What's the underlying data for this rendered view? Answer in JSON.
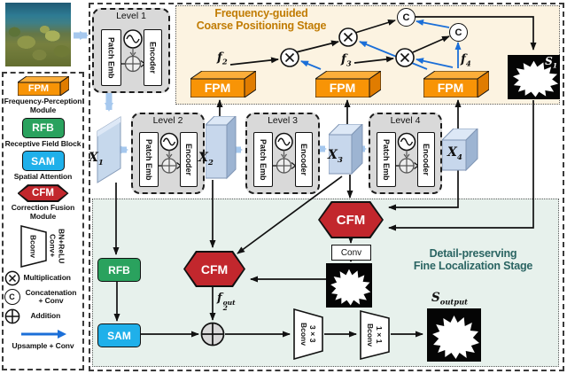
{
  "titles": {
    "coarse_line1": "Frequency-guided",
    "coarse_line2": "Coarse Positioning Stage",
    "fine_line1": "Detail-preserving",
    "fine_line2": "Fine Localization Stage"
  },
  "levels": [
    {
      "title": "Level 1",
      "patch": "Patch Emb",
      "encoder": "Encoder"
    },
    {
      "title": "Level 2",
      "patch": "Patch Emb",
      "encoder": "Encoder"
    },
    {
      "title": "Level 3",
      "patch": "Patch Emb",
      "encoder": "Encoder"
    },
    {
      "title": "Level 4",
      "patch": "Patch Emb",
      "encoder": "Encoder"
    }
  ],
  "features": {
    "x1": {
      "base": "X",
      "sub": "1"
    },
    "x2": {
      "base": "X",
      "sub": "2"
    },
    "x3": {
      "base": "X",
      "sub": "3"
    },
    "x4": {
      "base": "X",
      "sub": "4"
    },
    "f2": {
      "base": "f",
      "sub": "2"
    },
    "f3": {
      "base": "f",
      "sub": "3"
    },
    "f4": {
      "base": "f",
      "sub": "4"
    },
    "f2out": {
      "base": "f",
      "sub": "2",
      "sup": "out"
    },
    "s1": {
      "base": "S",
      "sub": "1"
    },
    "s_output": {
      "base": "S",
      "sub": "output"
    }
  },
  "modules": {
    "fpm": "FPM",
    "rfb": "RFB",
    "sam": "SAM",
    "cfm": "CFM",
    "conv": "Conv",
    "bconv3": {
      "label": "Bconv",
      "kernel": "3×3"
    },
    "bconv1": {
      "label": "Bconv",
      "kernel": "1×1"
    }
  },
  "nodes": {
    "concat": "C"
  },
  "legend": {
    "fpm": {
      "label": "FPM",
      "desc": "Frequency-Perception Module"
    },
    "rfb": {
      "label": "RFB",
      "desc": "Receptive Field Block"
    },
    "sam": {
      "label": "SAM",
      "desc": "Spatial Attention"
    },
    "cfm": {
      "label": "CFM",
      "desc": "Correction Fusion Module"
    },
    "bconv": {
      "label": "Bconv",
      "desc_line1": "Conv+",
      "desc_line2": "BN+ReLU"
    },
    "multiply": "Multiplication",
    "concat": "Concatenation + Conv",
    "add": "Addition",
    "upsample": "Upsample + Conv"
  },
  "colors": {
    "fpm_orange": "#f89406",
    "rfb_green": "#2aa25e",
    "sam_cyan": "#1fb0ea",
    "cfm_red": "#c2272d",
    "coarse_title": "#c17c04",
    "fine_title": "#2a6462",
    "upsample_blue": "#1b6fd8",
    "interlevel_blue": "#a6c8ee"
  }
}
